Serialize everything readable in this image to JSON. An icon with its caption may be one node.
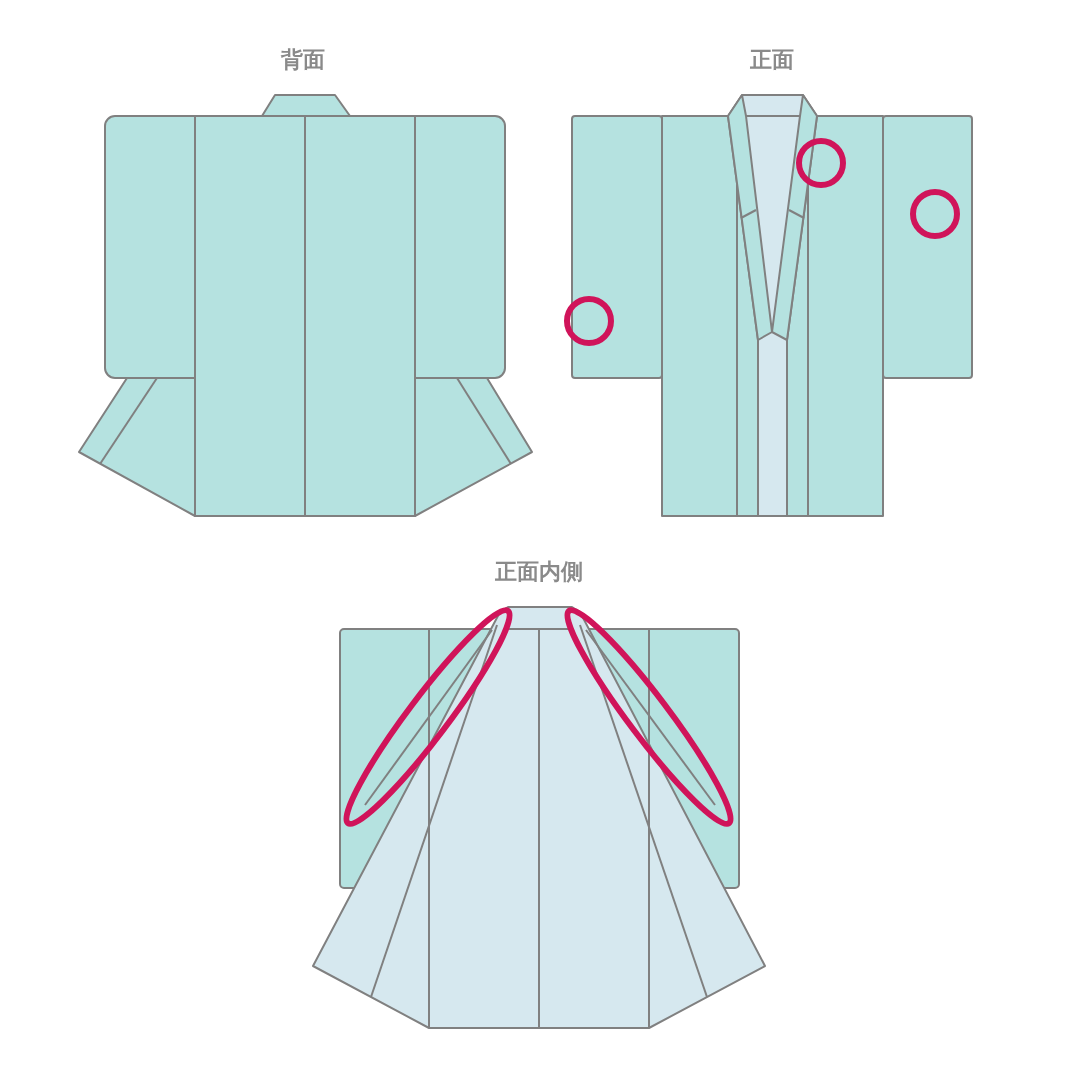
{
  "diagram": {
    "labels": [
      "背面",
      "正面",
      "正面内側"
    ]
  }
}
